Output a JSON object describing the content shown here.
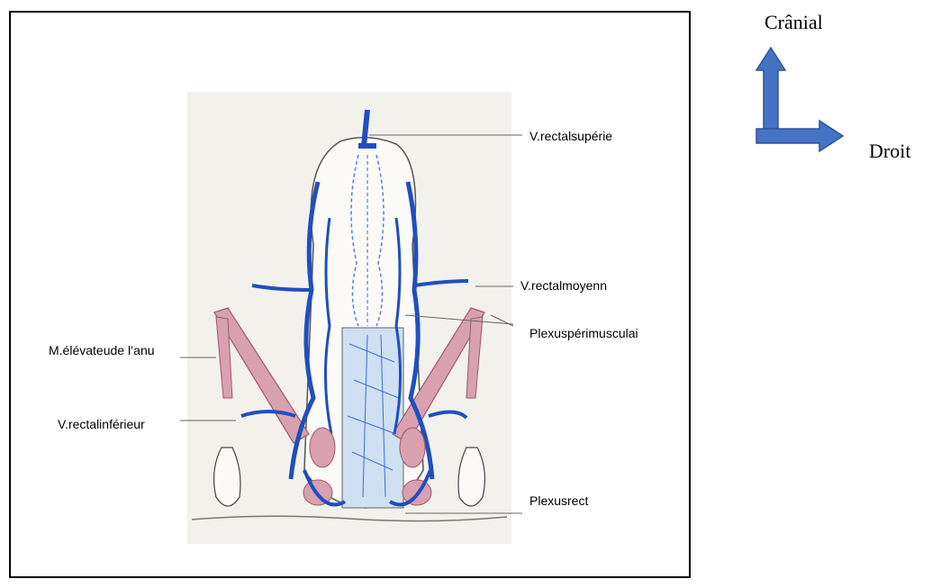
{
  "labels": {
    "v_rectal_superieure": "V.rectalsupérie",
    "v_rectal_moyenne": "V.rectalmoyenn",
    "plexus_perimusculaire": "Plexuspérimusculai",
    "m_elevateur": "M.élévateude l’anu",
    "v_rectal_inferieure": "V.rectalinférieur",
    "plexus_rectal": "Plexusrect"
  },
  "orientation": {
    "up": "Crânial",
    "right": "Droit",
    "arrow_color": "#4472C4",
    "arrow_stroke": "#2F5597"
  },
  "colors": {
    "vein": "#1f4fbf",
    "muscle": "#d9a0b0",
    "muscle_stroke": "#9e5870",
    "paper": "#f3f1ec"
  }
}
